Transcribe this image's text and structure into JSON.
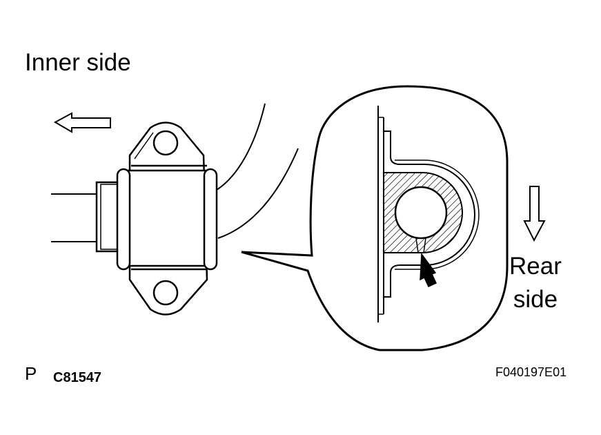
{
  "labels": {
    "inner_side": "Inner side",
    "rear_side": "Rear\nside",
    "view_code": "P",
    "part_code": "C81547",
    "figure_id": "F040197E01"
  },
  "icons": [
    "inner-direction-arrow-icon",
    "rear-direction-arrow-icon",
    "install-point-arrow-icon"
  ],
  "colors": {
    "ink": "#000000",
    "paper": "#ffffff"
  }
}
